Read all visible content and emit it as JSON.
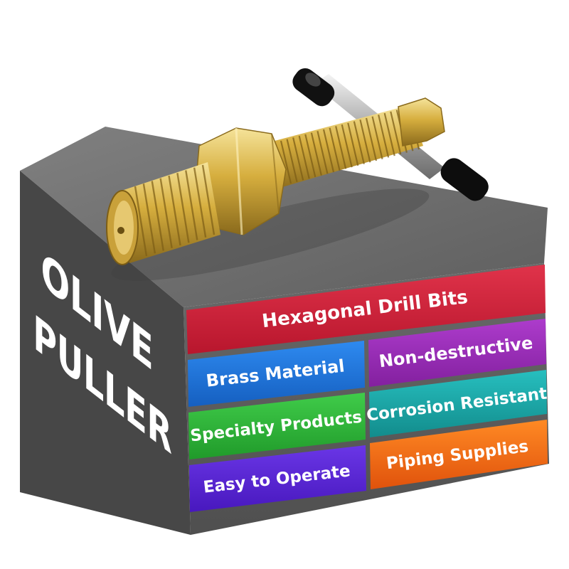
{
  "product": {
    "title_line1": "OLIVE",
    "title_line2": "PULLER"
  },
  "features": {
    "header": "Hexagonal Drill Bits",
    "brass": "Brass Material",
    "nondestructive": "Non-destructive",
    "specialty": "Specialty Products",
    "corrosion": "Corrosion Resistant",
    "easy": "Easy to Operate",
    "piping": "Piping Supplies"
  },
  "colors": {
    "box_front": "#5f5f5f",
    "box_side": "#454545",
    "box_top": "#7a7a7a",
    "header": "#d0223a",
    "brass": "#1f73d6",
    "nondestructive": "#9a2bb8",
    "specialty": "#2db83a",
    "corrosion": "#1aa9a9",
    "easy": "#5a25d6",
    "piping": "#f06a12",
    "brass_metal": "#d8b54a"
  }
}
